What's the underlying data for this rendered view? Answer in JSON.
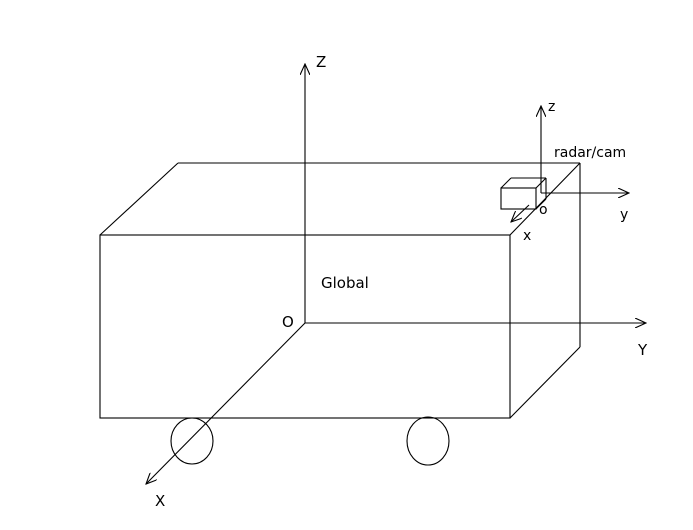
{
  "diagram": {
    "global_frame": {
      "name": "Global",
      "origin": "O",
      "axes": {
        "x": "X",
        "y": "Y",
        "z": "Z"
      }
    },
    "sensor_frame": {
      "name": "radar/cam",
      "origin": "o",
      "axes": {
        "x": "x",
        "y": "y",
        "z": "z"
      }
    },
    "colors": {
      "line": "#000000",
      "background": "#ffffff"
    }
  }
}
